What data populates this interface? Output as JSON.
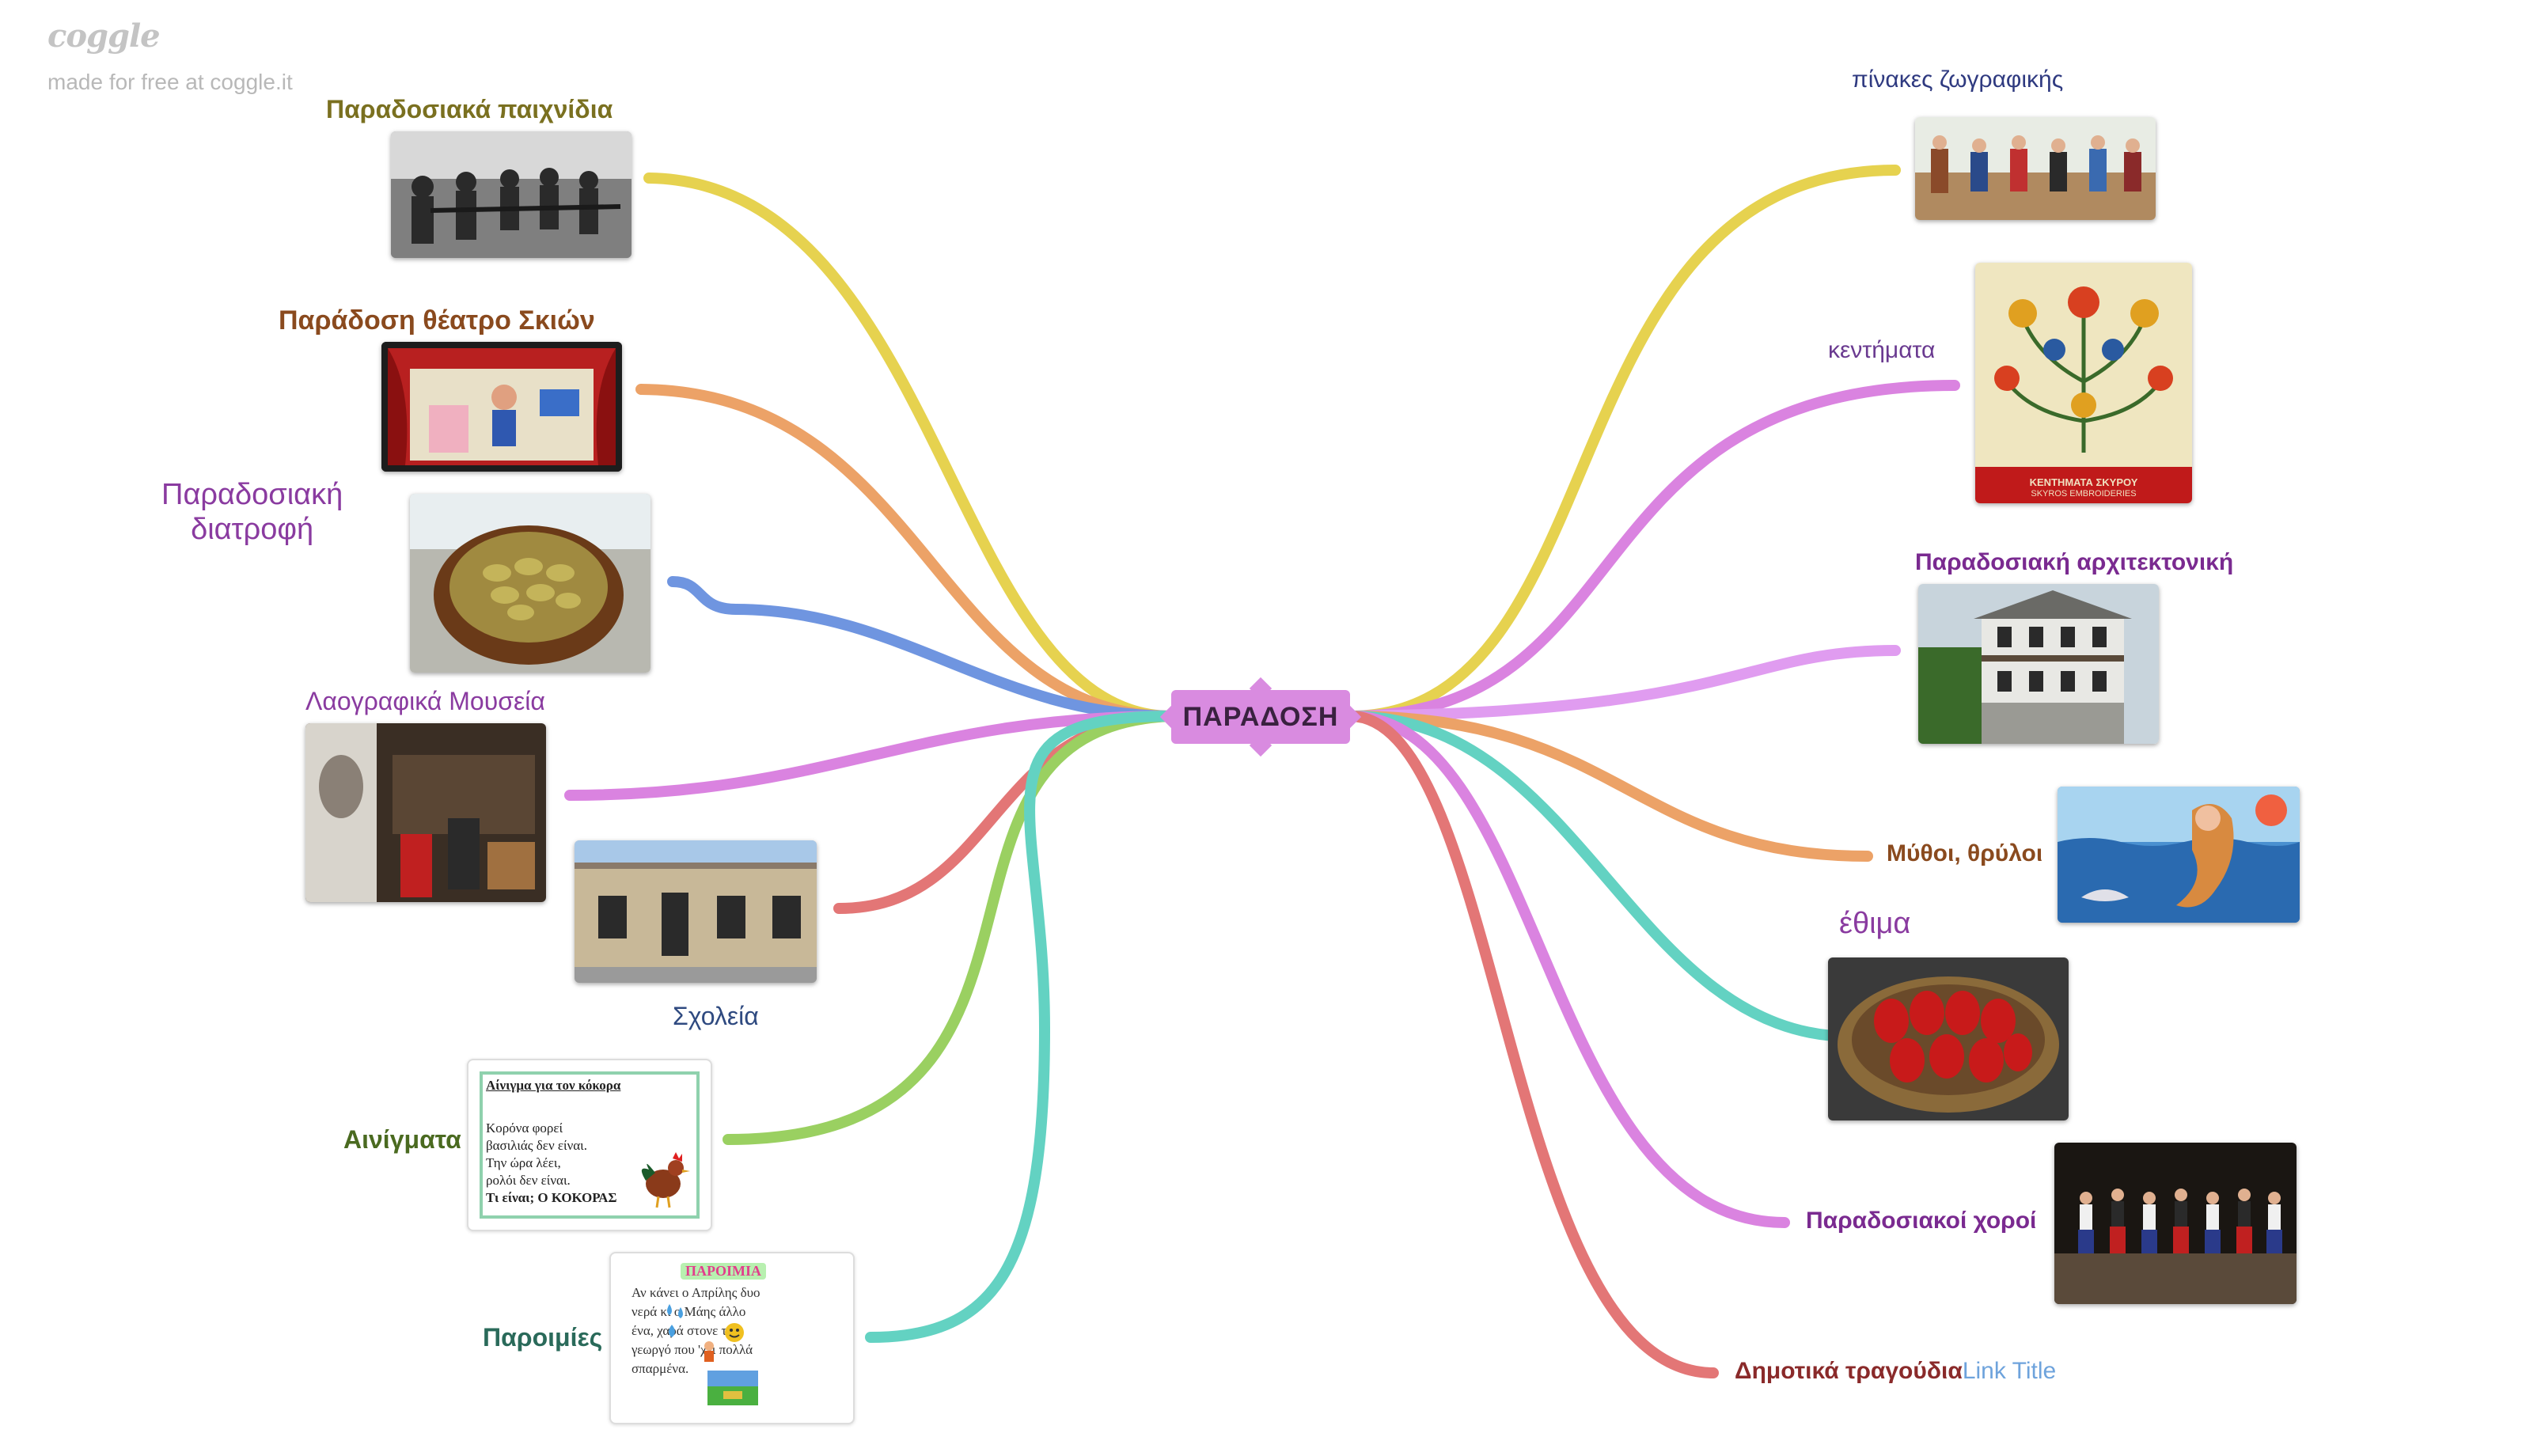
{
  "brand": {
    "logo": "coggle",
    "tagline": "made for free at coggle.it"
  },
  "central_node": {
    "label": "ΠΑΡΑΔΟΣΗ",
    "color": "#d98be0"
  },
  "branches": [
    {
      "id": "games",
      "label": "Παραδοσιακά παιχνίδια",
      "color": "#e6d24f",
      "label_color": "#7a7020",
      "side": "left"
    },
    {
      "id": "shadow_theatre",
      "label": "Παράδοση θέατρο Σκιών",
      "color": "#eca267",
      "label_color": "#8a4a1e",
      "side": "left"
    },
    {
      "id": "food",
      "label_lines": [
        "Παραδοσιακή",
        "διατροφή"
      ],
      "color": "#6f95e0",
      "label_color": "#8a3ba0",
      "side": "left"
    },
    {
      "id": "museums",
      "label": "Λαογραφικά Μουσεία",
      "color": "#da83e0",
      "label_color": "#8a3ba0",
      "side": "left"
    },
    {
      "id": "schools",
      "label": "Σχολεία",
      "color": "#e37676",
      "label_color": "#2f4a80",
      "side": "left"
    },
    {
      "id": "riddles",
      "label": "Αινίγματα",
      "color": "#9ad061",
      "label_color": "#4a6a20",
      "side": "left"
    },
    {
      "id": "proverbs",
      "label": "Παροιμίες",
      "color": "#63d2c2",
      "label_color": "#2a6a5a",
      "side": "left"
    },
    {
      "id": "paintings",
      "label": "πίνακες ζωγραφικής",
      "color": "#e6d24f",
      "label_color": "#2f3a80",
      "side": "right"
    },
    {
      "id": "embroidery",
      "label": "κεντήματα",
      "color": "#da83e0",
      "label_color": "#6a3a90",
      "side": "right"
    },
    {
      "id": "architecture",
      "label": "Παραδοσιακή αρχιτεκτονική",
      "color": "#e09cf0",
      "label_color": "#7a2a90",
      "side": "right"
    },
    {
      "id": "myths",
      "label": "Μύθοι, θρύλοι",
      "color": "#eca267",
      "label_color": "#8a4a1e",
      "side": "right"
    },
    {
      "id": "customs",
      "label": "έθιμα",
      "color": "#63d2c2",
      "label_color": "#8a3ba0",
      "side": "right"
    },
    {
      "id": "dances",
      "label": "Παραδοσιακοί χοροί",
      "color": "#da83e0",
      "label_color": "#7a2a90",
      "side": "right"
    },
    {
      "id": "songs",
      "label": "Δημοτικά τραγούδια",
      "link_title": "Link Title",
      "color": "#e37676",
      "label_color": "#8a2a2a",
      "side": "right"
    }
  ],
  "riddle_card": {
    "title": "Αίνιγμα για τον κόκορα",
    "lines": [
      "Κορόνα φορεί",
      "βασιλιάς δεν είναι.",
      "Την ώρα λέει,",
      "ρολόι δεν είναι.",
      "Τι είναι; Ο ΚΟΚΟΡΑΣ"
    ]
  },
  "proverb_card": {
    "title": "ΠΑΡΟΙΜΙΑ",
    "lines": [
      "Αν κάνει ο Απρίλης δυο",
      "νερά        κι ο Μάης άλλο",
      "ένα,         χαρά       στονε τον",
      "γεωργό        που 'χει πολλά",
      "σπαρμένα."
    ]
  },
  "embroidery_caption": [
    "ΚΕΝΤΗΜΑΤΑ ΣΚΥΡΟΥ",
    "SKYROS EMBROIDERIES"
  ]
}
